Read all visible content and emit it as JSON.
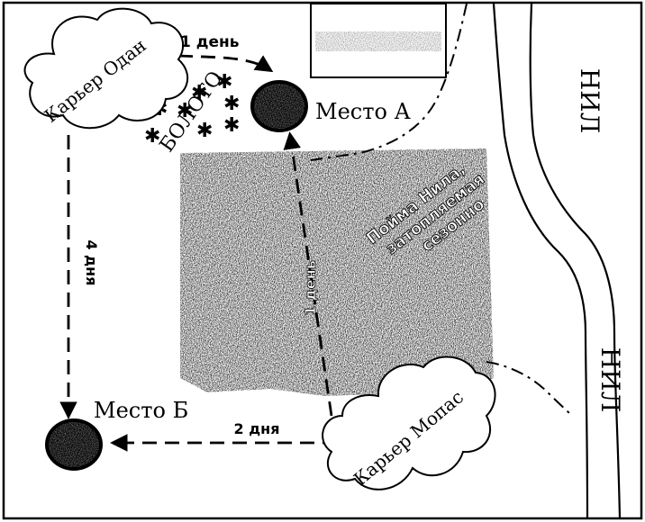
{
  "quarry_odan": "Карьер Одан",
  "quarry_mopas": "Карьер Мопас",
  "place_a": "Место А",
  "place_b": "Место Б",
  "swamp": "БОЛОТО",
  "route_1day": "1 день",
  "route_4days": "4 дня",
  "route_2days": "2 дня",
  "route_1day_b": "1 день",
  "floodplain_line1": "Пойма Нила,",
  "floodplain_line2": "затопляемая",
  "floodplain_line3": "сезонно",
  "river_top": "НИЛ",
  "river_bottom": "НИЛ",
  "colors": {
    "ink": "#000000",
    "paper": "#ffffff",
    "noise": "#222222"
  }
}
